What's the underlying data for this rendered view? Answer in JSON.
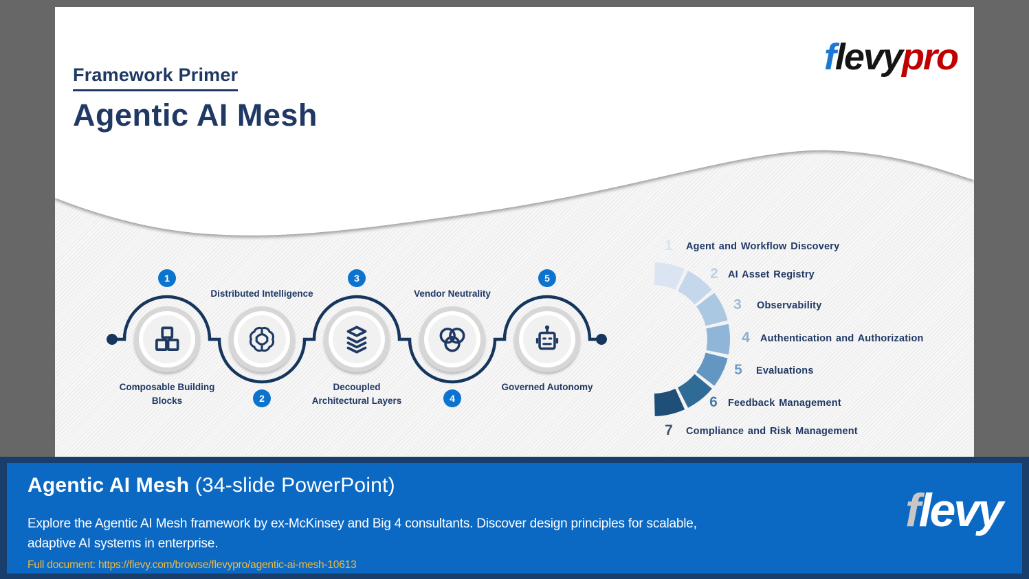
{
  "page_bg": "#676767",
  "slide": {
    "top_bar_color": "#C00000",
    "eyebrow": "Framework Primer",
    "title": "Agentic AI Mesh",
    "brand": {
      "f": "f",
      "levy": "levy",
      "pro": "pro",
      "f_color": "#1B78D3",
      "levy_color": "#151515",
      "pro_color": "#C00000"
    },
    "journey": {
      "line_color": "#17365D",
      "badge_color": "#0C74CE",
      "icon_color": "#1E3A63",
      "label_color": "#1F3864",
      "steps": [
        {
          "num": "1",
          "label": "Composable Building Blocks",
          "icon": "building-blocks-icon",
          "label_position": "below"
        },
        {
          "num": "2",
          "label": "Distributed Intelligence",
          "icon": "brain-icon",
          "label_position": "above"
        },
        {
          "num": "3",
          "label": "Decoupled Architectural Layers",
          "icon": "layers-icon",
          "label_position": "below"
        },
        {
          "num": "4",
          "label": "Vendor Neutrality",
          "icon": "venn-circles-icon",
          "label_position": "above"
        },
        {
          "num": "5",
          "label": "Governed Autonomy",
          "icon": "robot-icon",
          "label_position": "below"
        }
      ]
    },
    "process": {
      "label_color": "#1F3864",
      "items": [
        {
          "num": "1",
          "label": "Agent and Workflow Discovery",
          "num_color": "#D9E4F0",
          "segment_color": "#DBE5F1"
        },
        {
          "num": "2",
          "label": "AI Asset Registry",
          "num_color": "#BCCFE5",
          "segment_color": "#C5D7EB"
        },
        {
          "num": "3",
          "label": "Observability",
          "num_color": "#9FBDDB",
          "segment_color": "#ABC8E2"
        },
        {
          "num": "4",
          "label": "Authentication and Authorization",
          "num_color": "#88AFD4",
          "segment_color": "#8FB6D9"
        },
        {
          "num": "5",
          "label": "Evaluations",
          "num_color": "#6E9CC6",
          "segment_color": "#6396C1"
        },
        {
          "num": "6",
          "label": "Feedback Management",
          "num_color": "#4A7CA8",
          "segment_color": "#2E6B96"
        },
        {
          "num": "7",
          "label": "Compliance and Risk Management",
          "num_color": "#44546A",
          "segment_color": "#1F4E79"
        }
      ]
    }
  },
  "banner": {
    "bg_color": "#0B69C4",
    "border_color": "#1A3E6B",
    "title_bold": "Agentic AI Mesh",
    "title_rest": " (34-slide PowerPoint)",
    "description": "Explore the Agentic AI Mesh framework by ex-McKinsey and Big 4 consultants. Discover design principles for scalable, adaptive AI systems in enterprise.",
    "link_label": "Full document: https://flevy.com/browse/flevypro/agentic-ai-mesh-10613",
    "link_color": "#EFBA3F",
    "brand": {
      "f": "f",
      "levy": "levy",
      "f_color": "#C7C7C7",
      "levy_color": "#FFFFFF"
    }
  }
}
